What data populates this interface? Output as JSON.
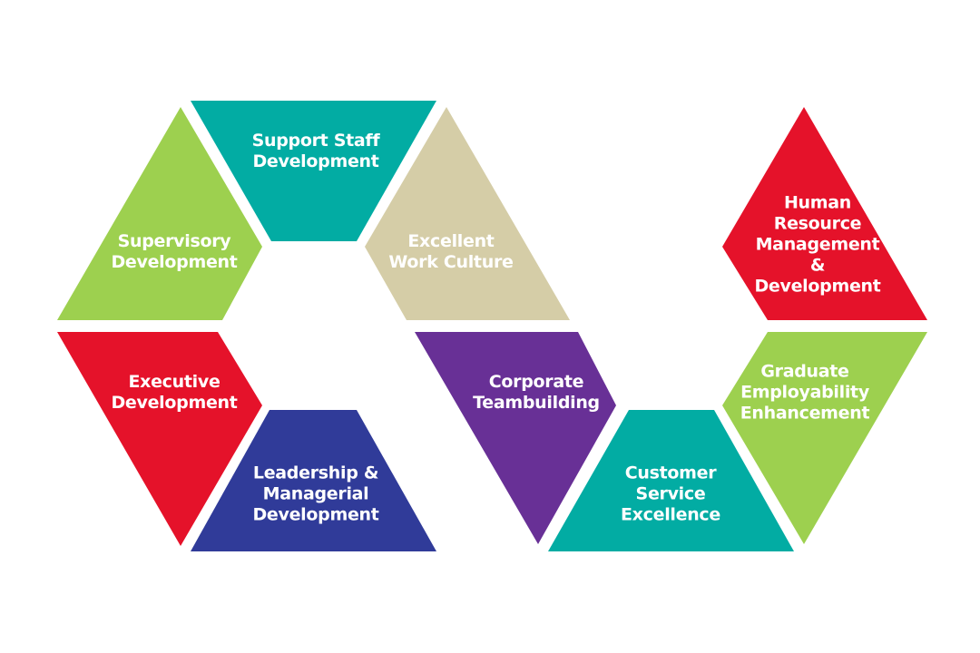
{
  "segments": [
    {
      "id": "supervisory",
      "lines": [
        "Supervisory",
        "Development"
      ],
      "color": "#9dd04f"
    },
    {
      "id": "support-staff",
      "lines": [
        "Support Staff",
        "Development"
      ],
      "color": "#02aca3"
    },
    {
      "id": "excellent-work-culture",
      "lines": [
        "Excellent",
        "Work Culture"
      ],
      "color": "#d5cda7"
    },
    {
      "id": "executive",
      "lines": [
        "Executive",
        "Development"
      ],
      "color": "#e5122a"
    },
    {
      "id": "leadership",
      "lines": [
        "Leadership &",
        "Managerial",
        "Development"
      ],
      "color": "#303b99"
    },
    {
      "id": "corporate-teambuilding",
      "lines": [
        "Corporate",
        "Teambuilding"
      ],
      "color": "#683096"
    },
    {
      "id": "customer-service",
      "lines": [
        "Customer",
        "Service",
        "Excellence"
      ],
      "color": "#02aca3"
    },
    {
      "id": "graduate-employability",
      "lines": [
        "Graduate",
        "Employability",
        "Enhancement"
      ],
      "color": "#9dd04f"
    },
    {
      "id": "human-resource",
      "lines": [
        "Human",
        "Resource",
        "Management",
        "&",
        "Development"
      ],
      "color": "#e5122a"
    }
  ]
}
